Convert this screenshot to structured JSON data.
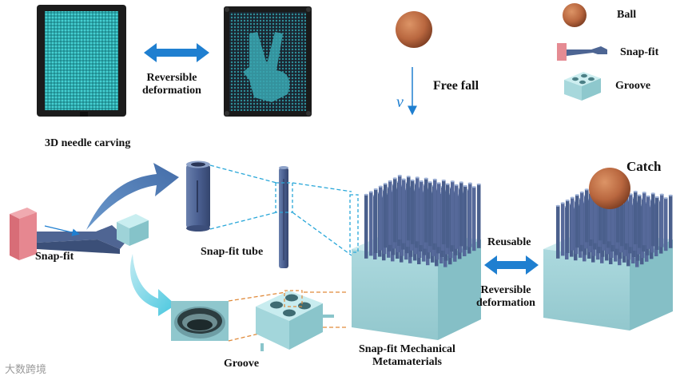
{
  "labels": {
    "reversible_deformation_top": "Reversible\ndeformation",
    "needle_carving": "3D needle carving",
    "free_fall": "Free fall",
    "velocity_symbol": "v",
    "legend_ball": "Ball",
    "legend_snapfit": "Snap-fit",
    "legend_groove": "Groove",
    "snapfit_tube": "Snap-fit tube",
    "snapfit": "Snap-fit",
    "groove": "Groove",
    "metamaterials": "Snap-fit Mechanical\nMetamaterials",
    "reusable": "Reusable",
    "reversible_deformation_bottom": "Reversible\ndeformation",
    "catch": "Catch"
  },
  "watermark": "大数跨境",
  "colors": {
    "cyan_block": "#a9d8dc",
    "tube_blue": "#4a5f8c",
    "ball": "#b9673f",
    "arrow_blue": "#1f7fd0",
    "snapfit_red": "#e07f88",
    "orange_dash": "#e08a3a",
    "pin_art": "#35bfc0"
  }
}
